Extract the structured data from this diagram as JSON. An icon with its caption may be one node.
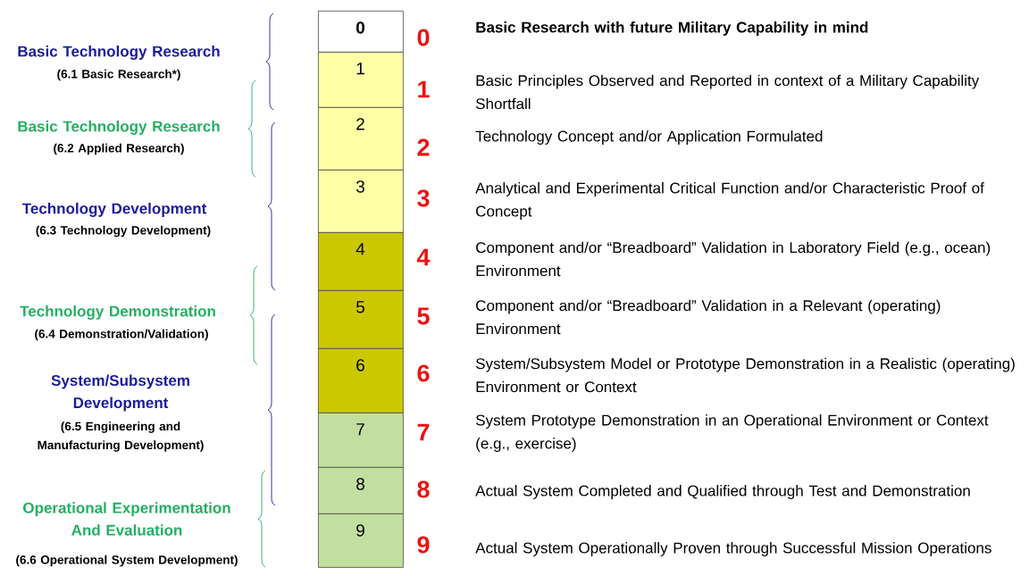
{
  "diagram": {
    "nodes": [
      {
        "text": [
          "0"
        ],
        "beside": [
          "0",
          "Basic Research with future Military Capability in mind"
        ]
      },
      {
        "text": [
          "1"
        ],
        "beside": [
          "1",
          "Basic Principles Observed and Reported in context of a Military Capability Shortfall"
        ]
      },
      {
        "text": [
          "2"
        ],
        "beside": [
          "2",
          "Technology Concept and/or Application Formulated"
        ]
      },
      {
        "text": [
          "3"
        ],
        "beside": [
          "3",
          "Analytical and Experimental Critical Function and/or Characteristic Proof of Concept"
        ]
      },
      {
        "text": [
          "4"
        ],
        "beside": [
          "4",
          "Component and/or “Breadboard” Validation in Laboratory Field (e.g., ocean) Environment"
        ]
      },
      {
        "text": [
          "5"
        ],
        "beside": [
          "5",
          "Component and/or “Breadboard” Validation in a Relevant (operating) Environment"
        ]
      },
      {
        "text": [
          "6"
        ],
        "beside": [
          "6",
          "System/Subsystem Model or Prototype Demonstration in a Realistic (operating) Environment or Context"
        ]
      },
      {
        "text": [
          "7"
        ],
        "beside": [
          "7",
          "System Prototype Demonstration in an Operational Environment or Context (e.g., exercise)"
        ]
      },
      {
        "text": [
          "8"
        ],
        "beside": [
          "8",
          "Actual System Completed and Qualified through Test and Demonstration"
        ]
      },
      {
        "text": [
          "9"
        ],
        "beside": [
          "9",
          "Actual System Operationally Proven through Successful Mission Operations"
        ]
      }
    ],
    "labels": [
      "Basic Technology Research",
      "(6.1 Basic Research*)",
      "Basic Technology Research",
      "(6.2 Applied Research)",
      "Technology Development",
      "(6.3 Technology Development)",
      "Technology Demonstration",
      "(6.4 Demonstration/Validation)",
      "System/Subsystem Development",
      "(6.5 Engineering and Manufacturing Development)",
      "Operational Experimentation And Evaluation",
      "(6.6 Operational System Development)"
    ]
  }
}
